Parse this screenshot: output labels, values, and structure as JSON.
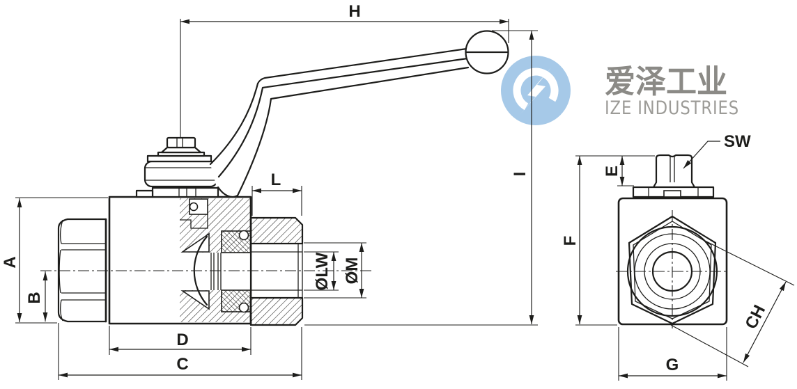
{
  "side_view": {
    "labels": {
      "H": "H",
      "I": "I",
      "L": "L",
      "A": "A",
      "B": "B",
      "OLW": "ØLW",
      "OM": "ØM",
      "D": "D",
      "C": "C"
    }
  },
  "end_view": {
    "labels": {
      "E": "E",
      "F": "F",
      "SW": "SW",
      "G": "G",
      "CH": "CH"
    }
  },
  "watermark": {
    "cn": "爱泽工业",
    "en": "IZE INDUSTRIES"
  },
  "colors": {
    "line": "#1d1d1b",
    "logo_circle": "#a6c9e8",
    "logo_cn_text": "#8b8a86",
    "logo_en_text": "#9c9b97",
    "background": "#ffffff"
  }
}
